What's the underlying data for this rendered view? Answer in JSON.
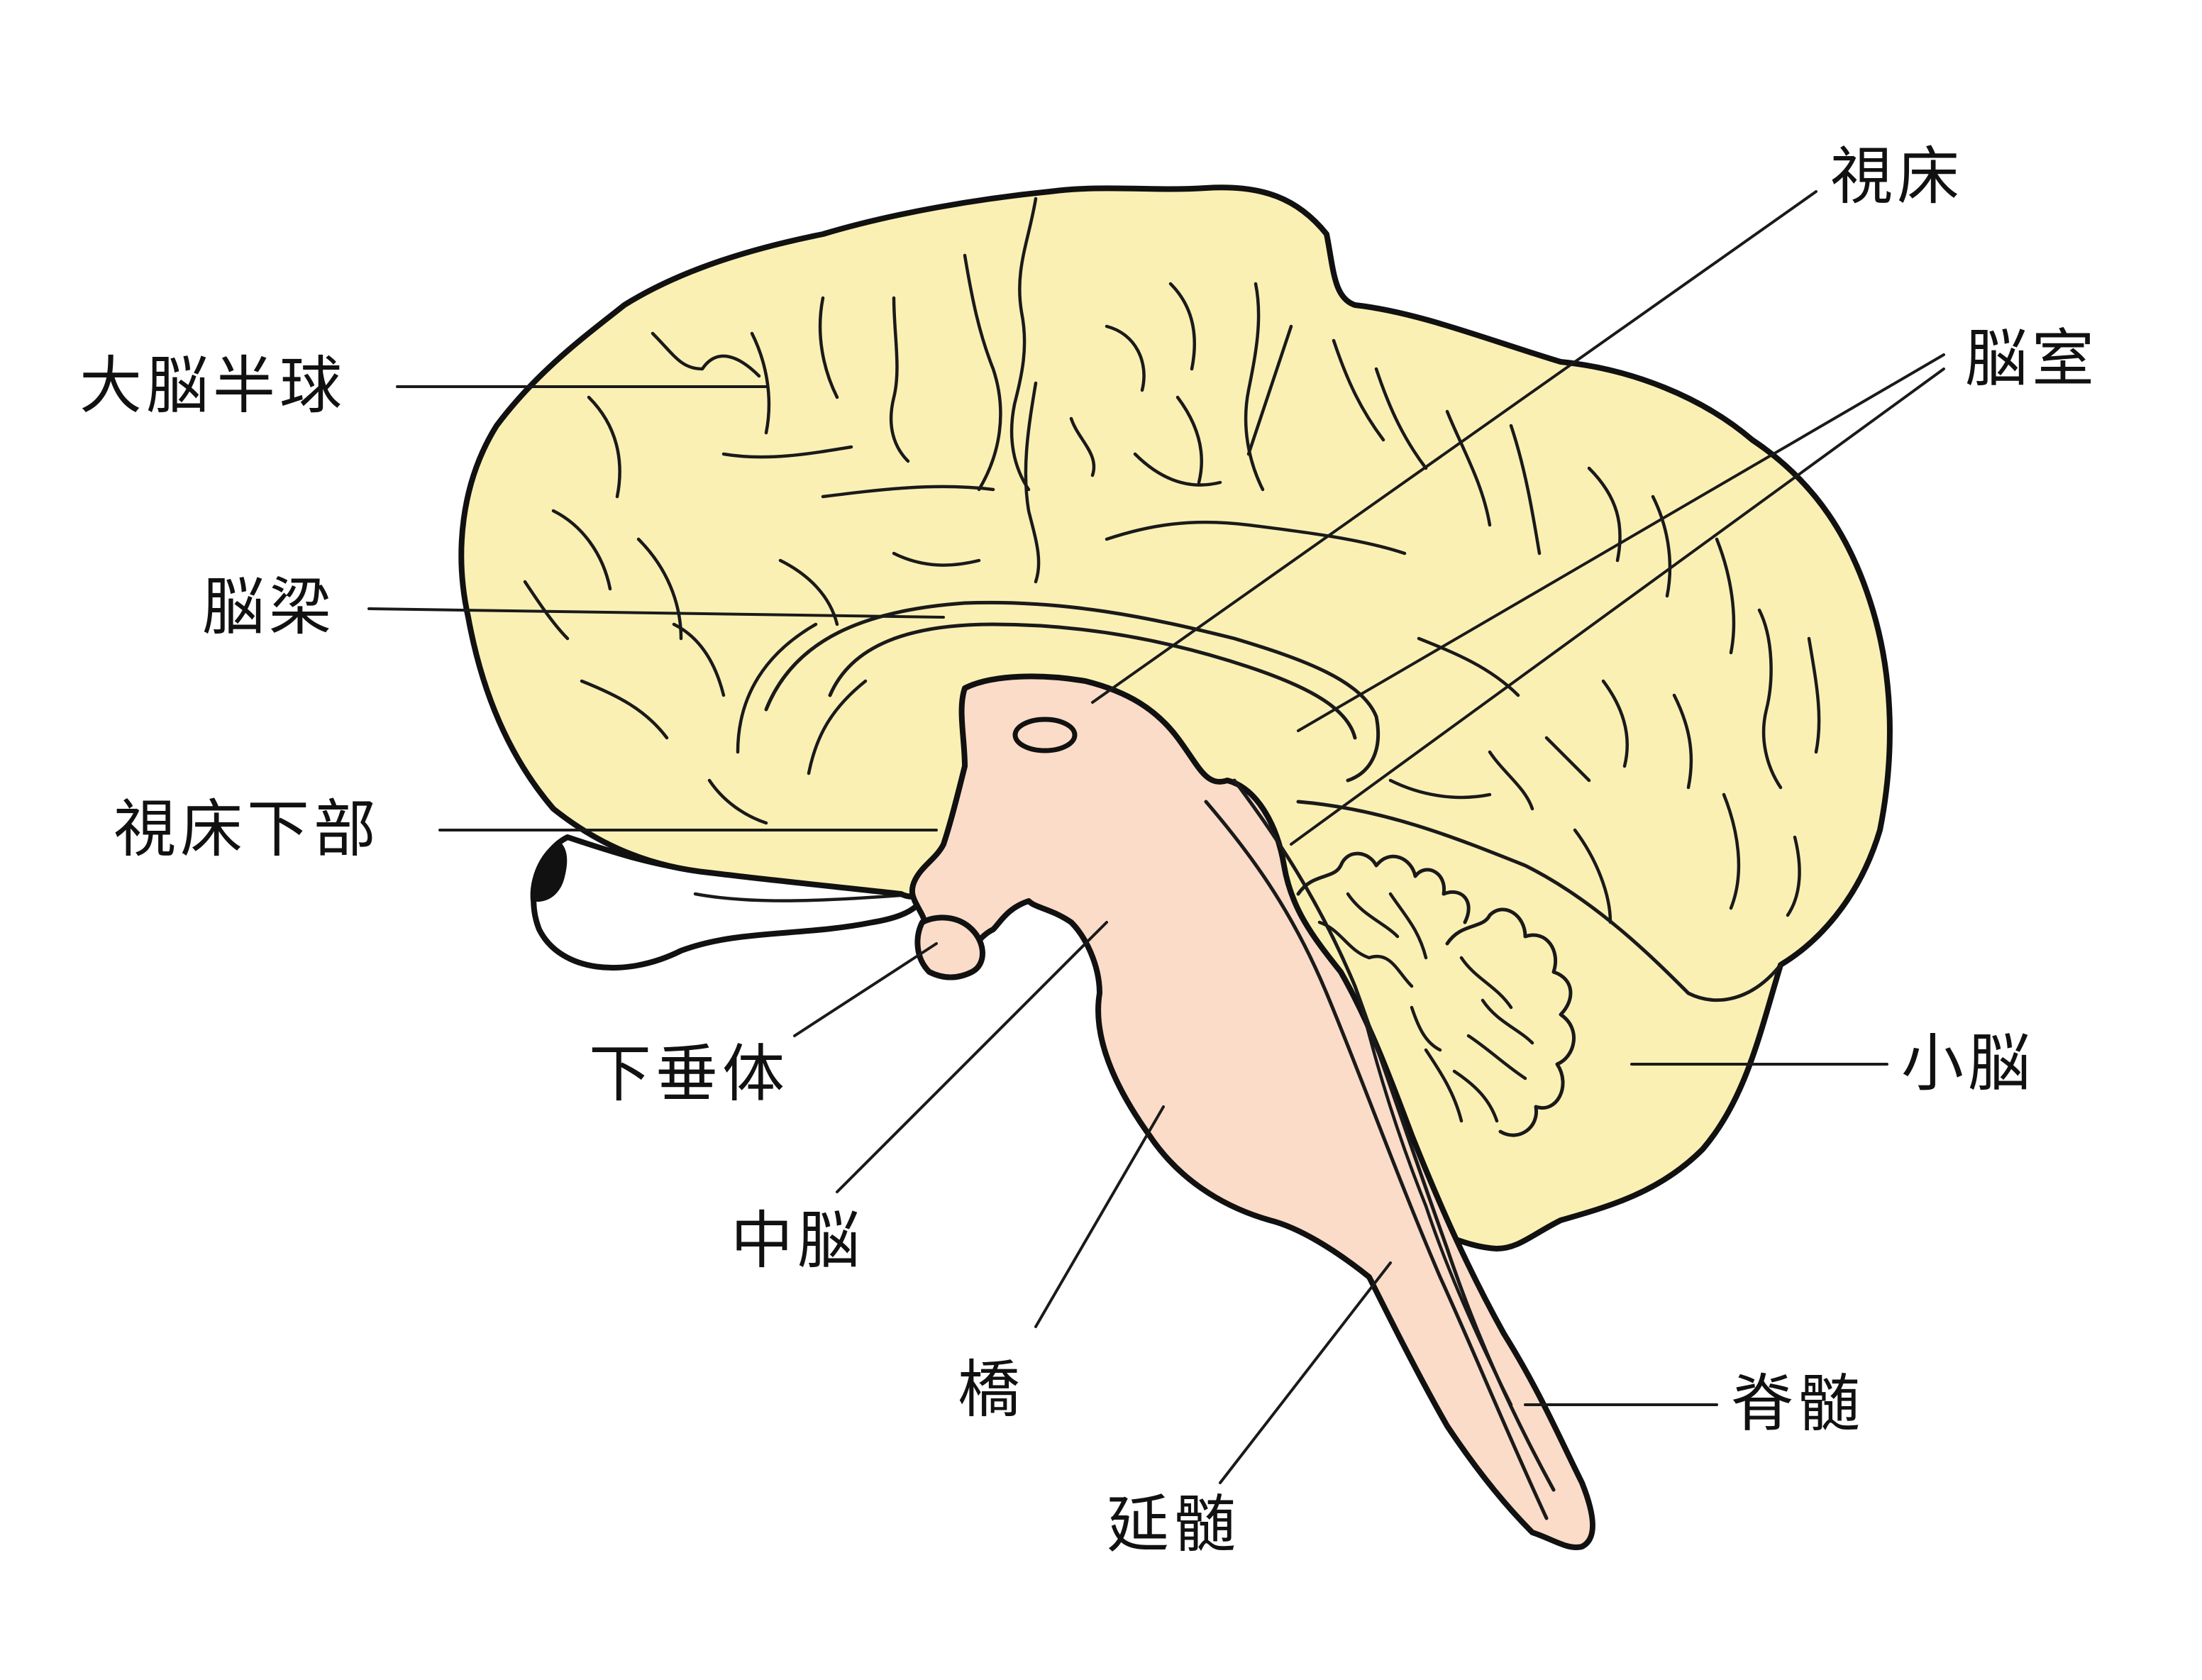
{
  "labels": {
    "cerebral_hemisphere": "大脳半球",
    "corpus_callosum": "脳梁",
    "hypothalamus": "視床下部",
    "pituitary": "下垂体",
    "midbrain": "中脳",
    "pons": "橋",
    "medulla": "延髄",
    "spinal_cord": "脊髄",
    "cerebellum": "小脳",
    "ventricle": "脳室",
    "thalamus": "視床"
  },
  "colors": {
    "cerebrum_fill": "#fbf0b4",
    "brainstem_fill": "#fbdcc8",
    "outline": "#111111",
    "background": "#ffffff",
    "eye_dark": "#111111"
  }
}
